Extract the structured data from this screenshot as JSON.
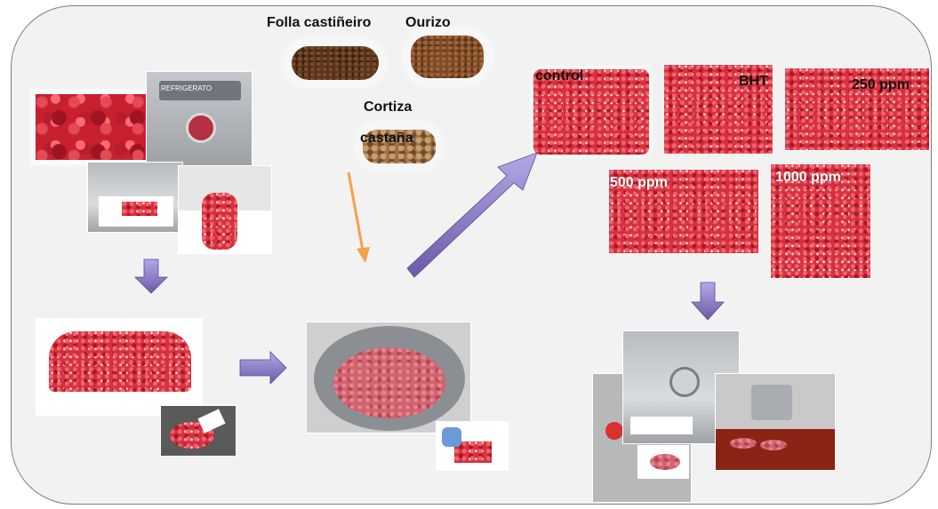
{
  "labels": {
    "folla": "Folla castiñeiro",
    "ourizo": "Ourizo",
    "cortiza_line1": "Cortiza",
    "cortiza_line2": "castaña",
    "control": "control",
    "bht": "BHT",
    "p250": "250 ppm",
    "p500": "500 ppm",
    "p1000": "1000 ppm"
  },
  "machine_text": "REFRIGERATO",
  "colors": {
    "panel_fill": "#f2f2f2",
    "panel_border": "#7f7f7f",
    "arrow_purple": "#8a78c8",
    "arrow_orange": "#f5a04a"
  }
}
